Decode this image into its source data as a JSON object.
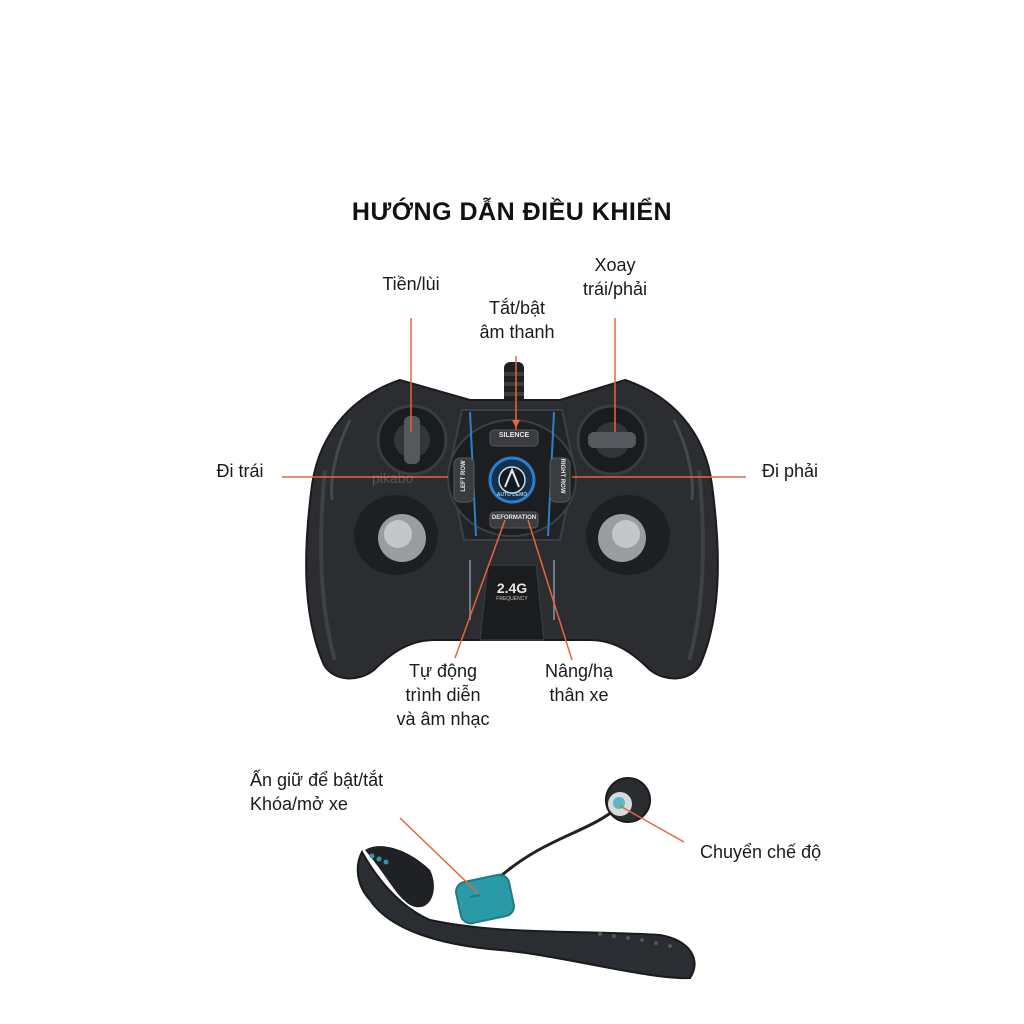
{
  "title": "HƯỚNG DẪN ĐIỀU KHIỂN",
  "colors": {
    "accent_line": "#e8643c",
    "controller_body": "#2b2d30",
    "highlight_blue": "#2a7fc9",
    "band_teal": "#2a9aa6"
  },
  "controller": {
    "silence_label": "SILENCE",
    "left_row_label": "LEFT ROW",
    "right_row_label": "RIGHT ROW",
    "auto_demo_label": "AUTO DEMO",
    "deformation_label": "DEFORMATION",
    "frequency_big": "2.4G",
    "frequency_small": "FREQUENCY",
    "watermark": "pikabo"
  },
  "labels": {
    "forward_back": "Tiền/lùi",
    "rotate_line1": "Xoay",
    "rotate_line2": "trái/phải",
    "sound_line1": "Tắt/bật",
    "sound_line2": "âm thanh",
    "move_left": "Đi trái",
    "move_right": "Đi phải",
    "auto_line1": "Tự động",
    "auto_line2": "trình diễn",
    "auto_line3": "và âm nhạc",
    "lift_line1": "Nâng/hạ",
    "lift_line2": "thân xe",
    "lock_line1": "Ấn giữ để bật/tắt",
    "lock_line2": "Khóa/mở xe",
    "mode_switch": "Chuyển chế độ"
  }
}
